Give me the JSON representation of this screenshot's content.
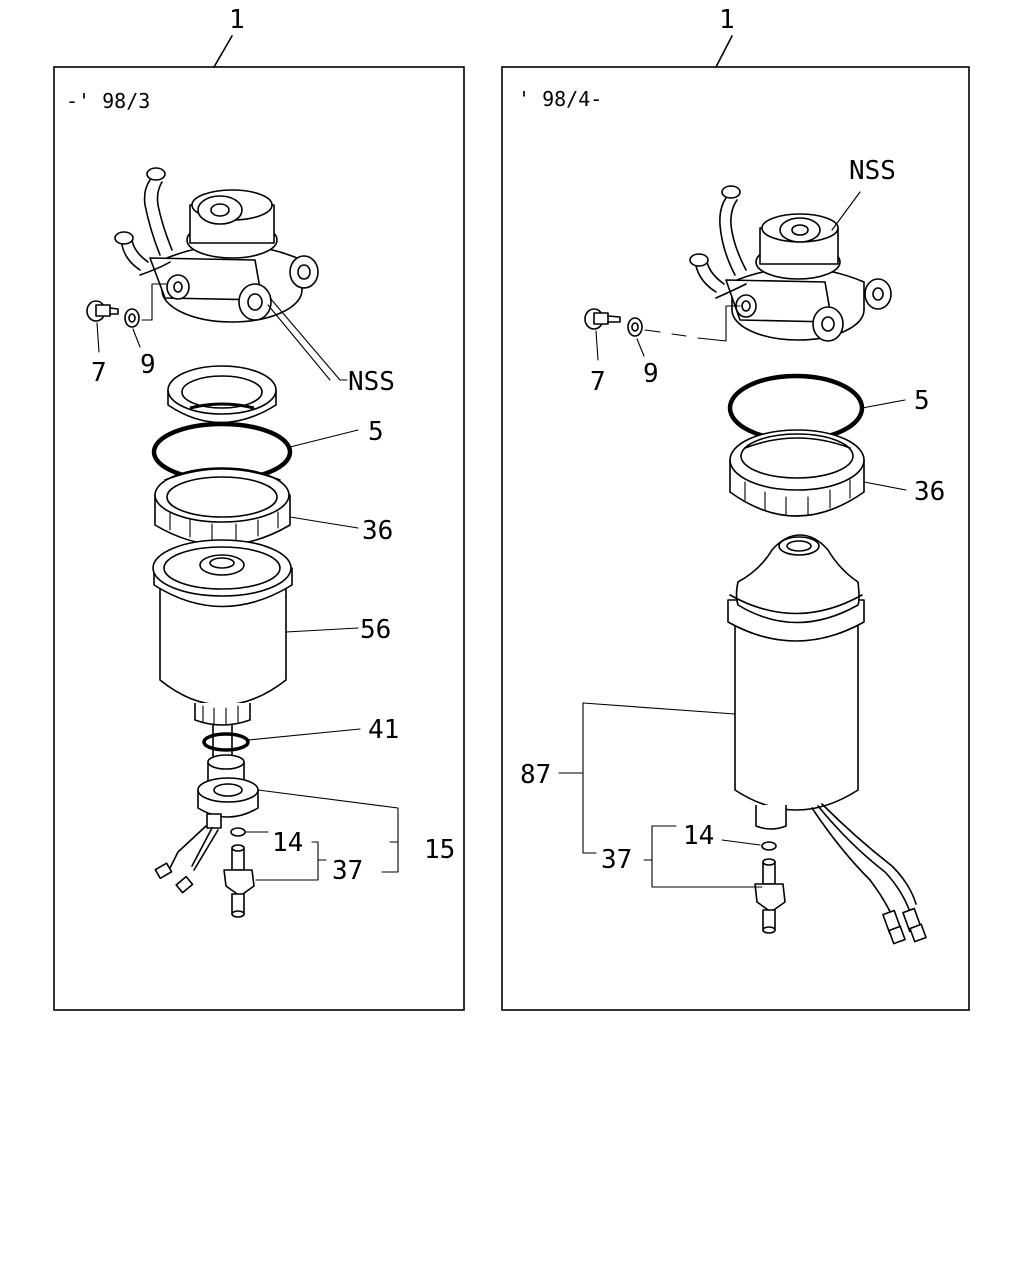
{
  "left_panel": {
    "ref": "1",
    "date_range": "-' 98/3",
    "callouts": {
      "nss": "NSS",
      "p5": "5",
      "p36": "36",
      "p56": "56",
      "p41": "41",
      "p15": "15",
      "p14": "14",
      "p37": "37",
      "p7": "7",
      "p9": "9"
    }
  },
  "right_panel": {
    "ref": "1",
    "date_range": "' 98/4-",
    "callouts": {
      "nss": "NSS",
      "p5": "5",
      "p36": "36",
      "p87": "87",
      "p37": "37",
      "p14": "14",
      "p7": "7",
      "p9": "9"
    }
  }
}
